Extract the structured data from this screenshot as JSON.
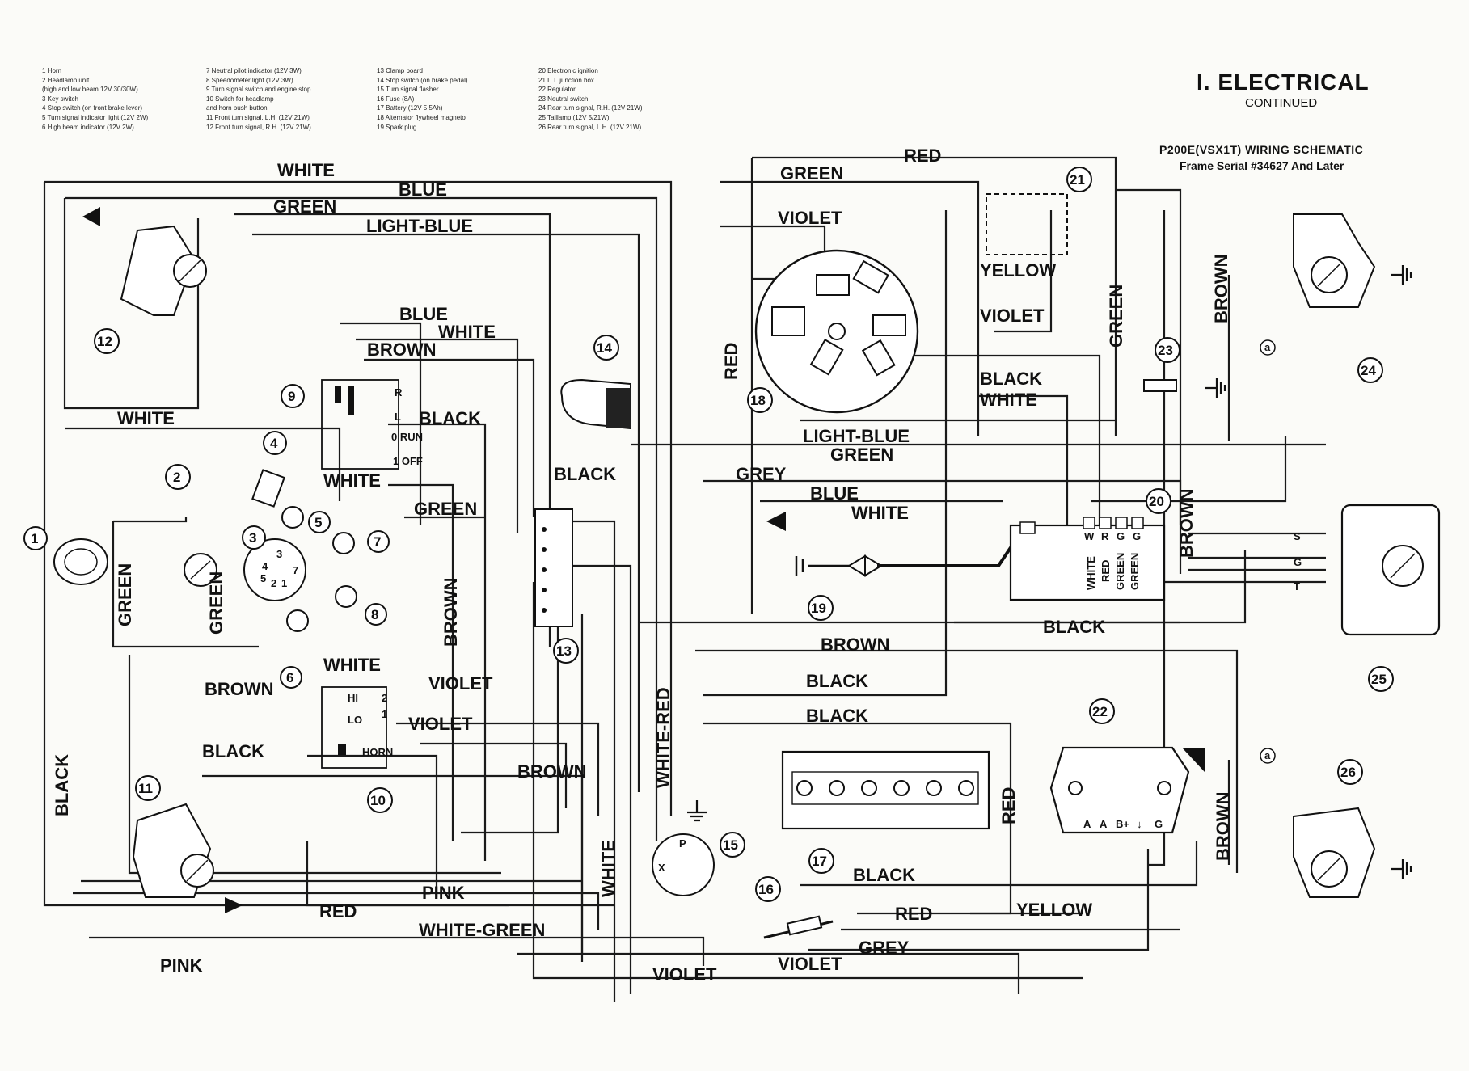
{
  "header": {
    "title": "I.   ELECTRICAL",
    "subtitle": "CONTINUED",
    "model": "P200E(VSX1T) WIRING SCHEMATIC",
    "frame": "Frame Serial #34627 And Later"
  },
  "legend_col1": [
    "1   Horn",
    "2   Headlamp unit",
    "    (high and low beam 12V 30/30W)",
    "3   Key switch",
    "4   Stop switch (on front brake lever)",
    "5   Turn signal indicator light (12V 2W)",
    "6   High beam indicator (12V 2W)"
  ],
  "legend_col2": [
    "7   Neutral pilot indicator (12V 3W)",
    "8   Speedometer light (12V 3W)",
    "9   Turn signal switch and engine stop",
    "10  Switch for headlamp",
    "    and horn push button",
    "11  Front turn signal, L.H. (12V 21W)",
    "12  Front turn signal, R.H. (12V 21W)"
  ],
  "legend_col3": [
    "13  Clamp board",
    "14  Stop switch (on brake pedal)",
    "15  Turn signal flasher",
    "16  Fuse (8A)",
    "17  Battery (12V 5.5Ah)",
    "18  Alternator flywheel magneto",
    "19  Spark plug"
  ],
  "legend_col4": [
    "20  Electronic ignition",
    "21  L.T. junction box",
    "22  Regulator",
    "23  Neutral switch",
    "24  Rear turn signal, R.H. (12V 21W)",
    "25  Taillamp (12V 5/21W)",
    "26  Rear turn signal, L.H. (12V 21W)"
  ],
  "wires": {
    "white": "WHITE",
    "blue": "BLUE",
    "green": "GREEN",
    "light_blue": "LIGHT-BLUE",
    "red": "RED",
    "brown": "BROWN",
    "black": "BLACK",
    "violet": "VIOLET",
    "yellow": "YELLOW",
    "grey": "GREY",
    "pink": "PINK",
    "white_red": "WHITE-RED",
    "white_green": "WHITE-GREEN",
    "light_blue_green": "LIGHT-BLUE"
  },
  "switch_labels": {
    "r": "R",
    "l": "L",
    "run": "0 RUN",
    "off": "1 OFF",
    "hi": "HI",
    "lo": "LO",
    "horn": "HORN",
    "two": "2",
    "one": "1",
    "s": "S",
    "g": "G",
    "t": "T",
    "w": "W",
    "gr": "G",
    "p": "P",
    "x": "X",
    "a": "A",
    "b": "B+",
    "down": "↓",
    "g2": "G",
    "ign_white": "WHITE",
    "ign_red": "RED",
    "ign_green1": "GREEN",
    "ign_green2": "GREEN",
    "a_small": "a",
    "key3": "3",
    "key4": "4",
    "key5": "5",
    "key1": "1",
    "key2": "2",
    "key7": "7"
  },
  "components": [
    "1",
    "2",
    "3",
    "4",
    "5",
    "6",
    "7",
    "8",
    "9",
    "10",
    "11",
    "12",
    "13",
    "14",
    "15",
    "16",
    "17",
    "18",
    "19",
    "20",
    "21",
    "22",
    "23",
    "24",
    "25",
    "26"
  ]
}
